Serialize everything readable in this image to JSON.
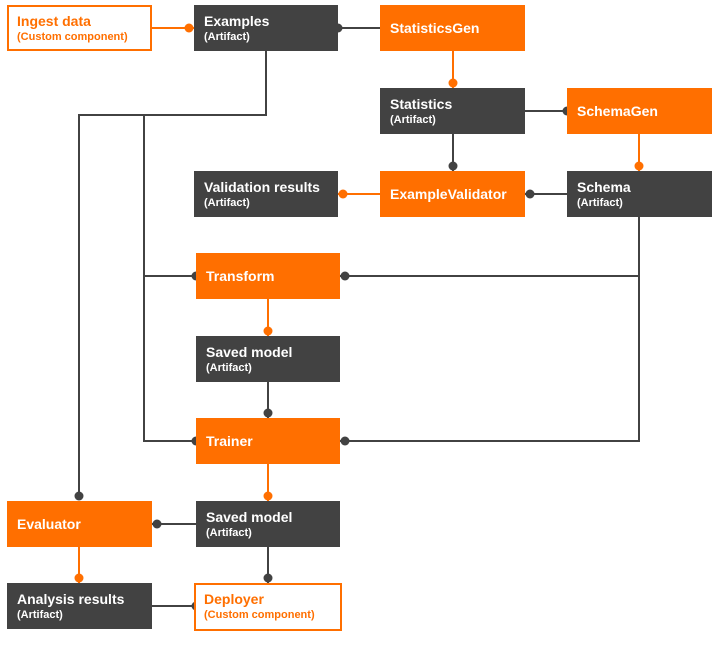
{
  "colors": {
    "component": "#ff6f00",
    "artifact": "#424242",
    "gray_wire": "#424242",
    "orange_wire": "#ff6f00"
  },
  "nodes": {
    "ingest_data": {
      "title": "Ingest data",
      "subtitle": "(Custom component)"
    },
    "examples": {
      "title": "Examples",
      "subtitle": "(Artifact)"
    },
    "statisticsgen": {
      "title": "StatisticsGen"
    },
    "statistics": {
      "title": "Statistics",
      "subtitle": "(Artifact)"
    },
    "schemagen": {
      "title": "SchemaGen"
    },
    "validation_results": {
      "title": "Validation results",
      "subtitle": "(Artifact)"
    },
    "examplevalidator": {
      "title": "ExampleValidator"
    },
    "schema": {
      "title": "Schema",
      "subtitle": "(Artifact)"
    },
    "transform": {
      "title": "Transform"
    },
    "saved_model_1": {
      "title": "Saved model",
      "subtitle": "(Artifact)"
    },
    "trainer": {
      "title": "Trainer"
    },
    "evaluator": {
      "title": "Evaluator"
    },
    "saved_model_2": {
      "title": "Saved model",
      "subtitle": "(Artifact)"
    },
    "analysis_results": {
      "title": "Analysis results",
      "subtitle": "(Artifact)"
    },
    "deployer": {
      "title": "Deployer",
      "subtitle": "(Custom component)"
    }
  }
}
